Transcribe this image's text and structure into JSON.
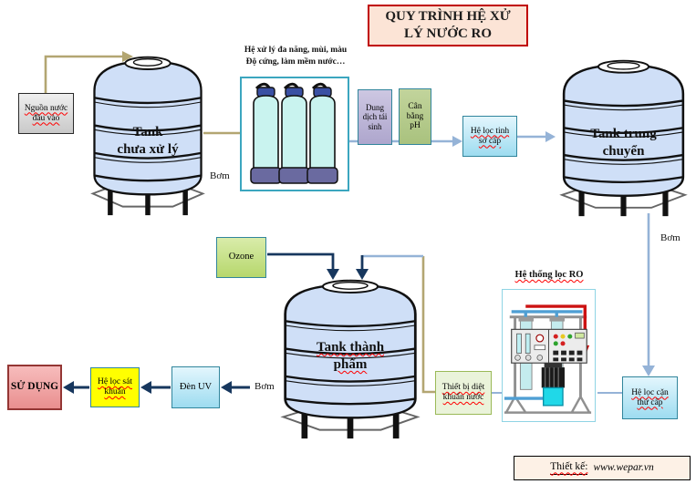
{
  "title": "QUY TRÌNH HỆ XỬ LÝ NƯỚC RO",
  "boxes": {
    "source": "Nguồn nước đầu vào",
    "regen": "Dung dịch tái sinh",
    "ph_balance": "Cân bằng pH",
    "fine_filter": "Hệ lọc tinh sơ cấp",
    "secondary_filter": "Hệ lọc cặn thứ cấp",
    "sterilizer": "Thiết bị diệt khuẩn nước",
    "ozone": "Ozone",
    "uv_lamp": "Đèn UV",
    "germ_filter": "Hệ lọc sát khuẩn",
    "use": "SỬ DỤNG"
  },
  "tanks": {
    "raw": {
      "line1": "Tank",
      "line2": "chưa xử lý"
    },
    "transfer": {
      "line1": "Tank trung",
      "line2": "chuyển"
    },
    "product": {
      "line1": "Tank thành",
      "line2": "phẩm"
    }
  },
  "captions": {
    "filter_line1": "Hệ xử lý đa năng, mùi, màu",
    "filter_line2": "Độ cứng, làm mềm nước…",
    "ro_system": "Hệ thống lọc RO",
    "pump1": "Bơm",
    "pump2": "Bơm",
    "pump3": "Bơm"
  },
  "credit": {
    "label": "Thiết kế:",
    "url": "www.wepar.vn"
  },
  "colors": {
    "title_border": "#c00000",
    "title_bg": "#fce4d6",
    "box_border_teal": "#31859c",
    "flow_blue": "#95b3d7",
    "flow_navy": "#17375e",
    "pipe_tan": "#b3a672",
    "tank_fill": "#cfdff7",
    "germ_yellow": "#ffff00",
    "use_red": "#e98f8f"
  }
}
